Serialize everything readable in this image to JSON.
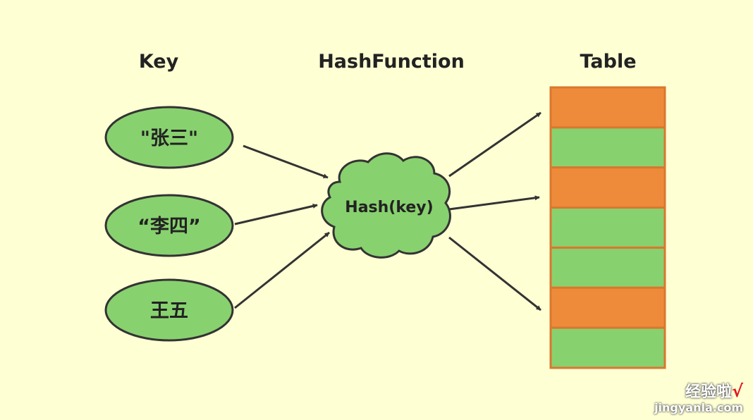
{
  "headings": {
    "key": "Key",
    "hash_function": "HashFunction",
    "table": "Table"
  },
  "keys": [
    {
      "label": "\"张三\""
    },
    {
      "label": "“李四”"
    },
    {
      "label": "王五"
    }
  ],
  "hash_node": {
    "label": "Hash(key)"
  },
  "table": {
    "slots": [
      "orange",
      "green",
      "orange",
      "green",
      "green",
      "orange",
      "green"
    ]
  },
  "colors": {
    "background": "#FFFFD4",
    "green": "#88D16F",
    "orange": "#EE8B3A",
    "stroke": "#333333"
  },
  "watermark": {
    "text": "经验啦",
    "check": "√",
    "url": "jingyanla.com"
  }
}
